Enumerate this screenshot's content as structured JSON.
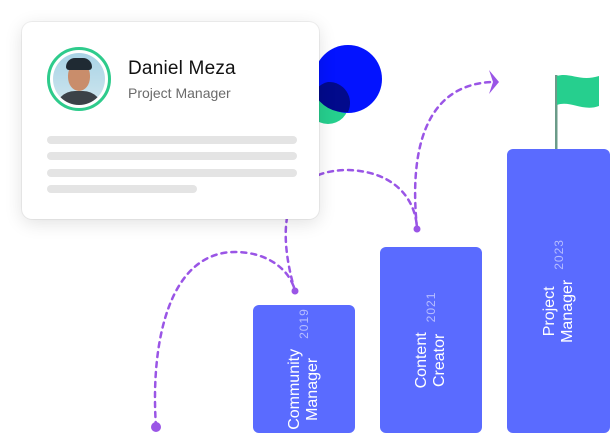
{
  "profile": {
    "name": "Daniel Meza",
    "role": "Project Manager",
    "avatar_icon": "user-photo"
  },
  "colors": {
    "accent_blue": "#5a6bff",
    "deep_blue": "#0313ff",
    "green": "#26cf8e",
    "path_purple": "#9a55e6",
    "year_text": "#b6bdff"
  },
  "milestones": [
    {
      "title_line1": "Community",
      "title_line2": "Manager",
      "year": "2019"
    },
    {
      "title_line1": "Content",
      "title_line2": "Creator",
      "year": "2021"
    },
    {
      "title_line1": "Project",
      "title_line2": "Manager",
      "year": "2023"
    }
  ],
  "decorations": {
    "flag_icon": "flag",
    "arrow_icon": "chevron-right"
  }
}
